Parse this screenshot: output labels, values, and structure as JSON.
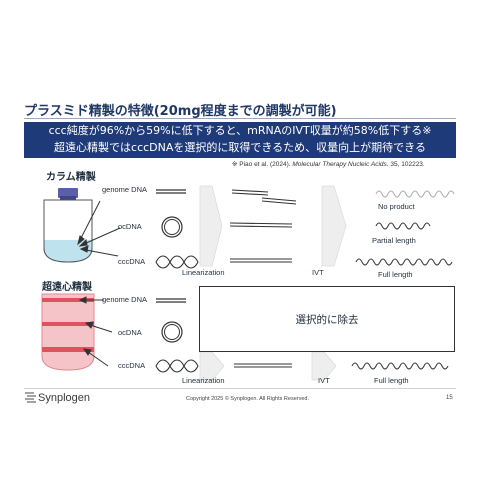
{
  "slide": {
    "title": "プラスミド精製の特徴(20mg程度までの調製が可能)",
    "banner_line1": "ccc純度が96%から59%に低下すると、mRNAのIVT収量が約58%低下する※",
    "banner_line2": "超遠心精製ではcccDNAを選択的に取得できるため、収量向上が期待できる",
    "citation_prefix": "※ Piao et al. (2024). ",
    "citation_journal": "Molecular Therapy Nucleic Acids",
    "citation_suffix": ". 35, 102223."
  },
  "column": {
    "heading": "カラム精製",
    "genome_label": "genome DNA",
    "oc_label": "ocDNA",
    "ccc_label": "cccDNA",
    "linearization_label": "Linearization",
    "ivt_label": "IVT",
    "results": [
      "No product",
      "Partial length",
      "Full length"
    ]
  },
  "ultra": {
    "heading": "超遠心精製",
    "genome_label": "genome DNA",
    "oc_label": "ocDNA",
    "ccc_label": "cccDNA",
    "removed_text": "選択的に除去",
    "linearization_label": "Linearization",
    "ivt_label": "IVT",
    "result": "Full length"
  },
  "footer": {
    "logo": "Synplogen",
    "copyright": "Copyright 2025 © Synplogen. All Rights Reserved.",
    "page": "15"
  },
  "colors": {
    "navy": "#1f3a78",
    "title": "#1f3864",
    "column_cap": "#5b5fa8",
    "column_liquid": "#bfe3ee",
    "ultra_tube": "#f4c4c8",
    "ultra_band": "#e0525c",
    "arrow_fill": "#eeeeee"
  }
}
